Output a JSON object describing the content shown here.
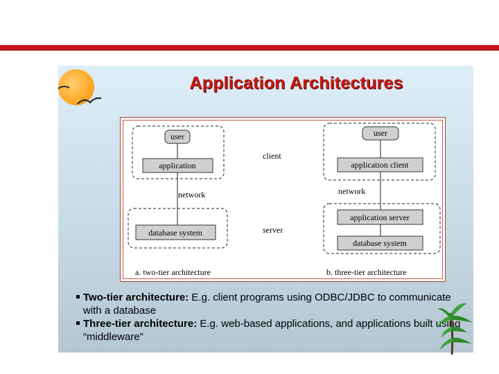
{
  "slide": {
    "title": "Application Architectures"
  },
  "diagram": {
    "client_label": "client",
    "server_label": "server",
    "two_tier": {
      "user": "user",
      "application": "application",
      "network": "network",
      "database": "database system",
      "caption": "a.  two-tier architecture"
    },
    "three_tier": {
      "user": "user",
      "application_client": "application client",
      "network": "network",
      "application_server": "application server",
      "database": "database system",
      "caption": "b.  three-tier architecture"
    }
  },
  "bullets": [
    {
      "term": "Two-tier architecture:",
      "text": "  E.g. client programs using ODBC/JDBC to communicate with a database"
    },
    {
      "term": "Three-tier architecture:",
      "text": " E.g. web-based applications, and applications built using “middleware”"
    }
  ],
  "colors": {
    "accent_bar": "#c8141c",
    "title": "#c41a14",
    "sun": "#ffab2b",
    "node_fill": "#d0d0d0"
  }
}
